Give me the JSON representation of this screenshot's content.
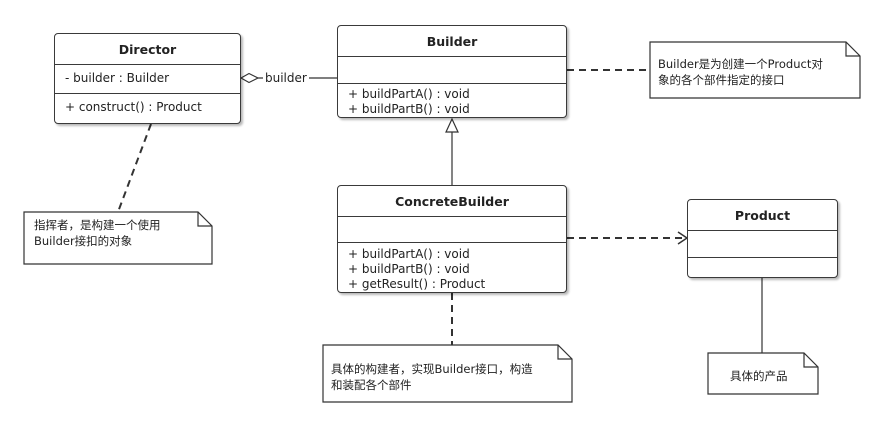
{
  "classes": {
    "director": {
      "name": "Director",
      "attributes": [
        "- builder : Builder"
      ],
      "operations": [
        "+ construct()  : Product"
      ]
    },
    "builder": {
      "name": "Builder",
      "operations": [
        "+ buildPartA() : void",
        "+ buildPartB() : void"
      ]
    },
    "concrete_builder": {
      "name": "ConcreteBuilder",
      "operations": [
        "+ buildPartA() : void",
        "+ buildPartB() : void",
        "+ getResult() : Product"
      ]
    },
    "product": {
      "name": "Product"
    }
  },
  "association_label": "builder",
  "notes": {
    "director": [
      "指挥者，是构建一个使用",
      "Builder接扣的对象"
    ],
    "builder": [
      "Builder是为创建一个Product对",
      "象的各个部件指定的接口"
    ],
    "concrete_builder": [
      "具体的构建者，实现Builder接口，构造",
      "和装配各个部件"
    ],
    "product": [
      "具体的产品"
    ]
  }
}
